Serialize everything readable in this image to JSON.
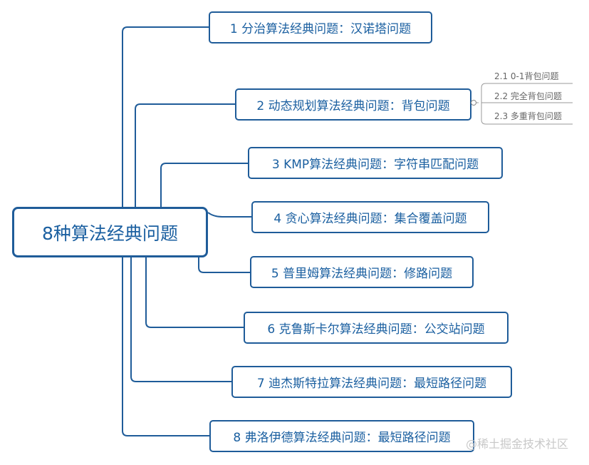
{
  "root": {
    "label": "8种算法经典问题"
  },
  "branches": [
    {
      "label": "1 分治算法经典问题：汉诺塔问题"
    },
    {
      "label": "2 动态规划算法经典问题：背包问题",
      "children": [
        "2.1 0-1背包问题",
        "2.2 完全背包问题",
        "2.3 多重背包问题"
      ]
    },
    {
      "label": "3 KMP算法经典问题：字符串匹配问题"
    },
    {
      "label": "4 贪心算法经典问题：集合覆盖问题"
    },
    {
      "label": "5 普里姆算法经典问题：修路问题"
    },
    {
      "label": "6 克鲁斯卡尔算法经典问题：公交站问题"
    },
    {
      "label": "7 迪杰斯特拉算法经典问题：最短路径问题"
    },
    {
      "label": "8 弗洛伊德算法经典问题：最短路径问题"
    }
  ],
  "watermark": "@稀土掘金技术社区",
  "colors": {
    "line": "#1f5c99",
    "text": "#1a5fa0",
    "sub_line": "#999999",
    "sub_text": "#666666"
  }
}
